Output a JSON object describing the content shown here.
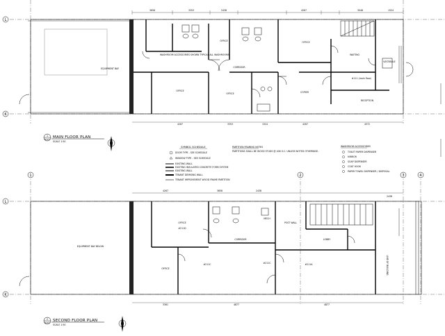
{
  "title_blocks": [
    {
      "number": "1",
      "sheet": "A101",
      "title": "MAIN FLOOR PLAN",
      "scale": "SCALE 1:50"
    },
    {
      "number": "2",
      "sheet": "A101",
      "title": "SECOND FLOOR PLAN",
      "scale": "SCALE 1:50"
    }
  ],
  "grid_labels": {
    "left_top": "L",
    "left_mid": "K",
    "left_low": "L",
    "left_bottom": "K",
    "col_1": "1",
    "col_2": "2",
    "col_3": "3",
    "col_4": "4"
  },
  "main_floor": {
    "dims_top": [
      "3658",
      "3353",
      "2438",
      "4267",
      "3048",
      "1524"
    ],
    "dims_bottom": [
      "4267",
      "3353",
      "1524",
      "4267",
      "4572"
    ],
    "rooms": {
      "equipment_bay": "EQUIPMENT BAY",
      "office_1": "OFFICE",
      "office_2": "OFFICE",
      "office_3": "OFFICE",
      "office_4": "OFFICE",
      "corridor": "CORRIDOR",
      "unit": "#111 (main floor)",
      "reception": "RECEPTION",
      "waiting": "WAITING",
      "copier": "COPIER",
      "vestibule": "VESTIBULE"
    },
    "note": "WASHROOM ACCESSORIES SHOWN TYPICAL ALL WASHROOMS"
  },
  "symbol_schedule": {
    "heading": "SYMBOL SCHEDULE",
    "items": [
      "DOOR TYPE - SEE SCHEDULE",
      "WINDOW TYPE - SEE SCHEDULE",
      "EXISTING WALL",
      "EXISTING INSULATED CONCRETE FORM SYSTEM",
      "EXISTING WALL",
      "TENANT DEMISING WALL",
      "TENANT IMPROVEMENT WOOD FRAME PARTITION"
    ]
  },
  "partition_notes": {
    "heading": "PARTITION FRAMING NOTES",
    "text": "PARTITIONS SHALL BE WOOD STUDS @ 406 O.C. UNLESS NOTED OTHERWISE."
  },
  "washroom_accessories": {
    "heading": "WASHROOM ACCESSORIES",
    "items": [
      "TOILET PAPER DISPENSER",
      "MIRROR",
      "SOAP DISPENSER",
      "COAT HOOK",
      "PAPER TOWEL DISPENSER / DISPOSAL"
    ]
  },
  "second_floor": {
    "dims_top": [
      "4267",
      "3658",
      "2438",
      "2438"
    ],
    "dims_bottom": [
      "3361",
      "4877",
      "4877"
    ],
    "rooms": {
      "open_below": "EQUIPMENT BAY BELOW",
      "office_a": "OFFICE",
      "unit_a": "#211D",
      "office_b": "OFFICE",
      "unit_b": "#211C",
      "corridor": "CORRIDOR",
      "unit_c": "#211B",
      "unit_d": "#211A",
      "lobby": "LOBBY",
      "mech": "MECH",
      "post_wall": "POST WALL",
      "line_of_building": "LINE OF BUILDING"
    }
  },
  "colors": {
    "line": "#000000",
    "hatch": "#9a9a9a",
    "light": "#c8c8c8"
  }
}
